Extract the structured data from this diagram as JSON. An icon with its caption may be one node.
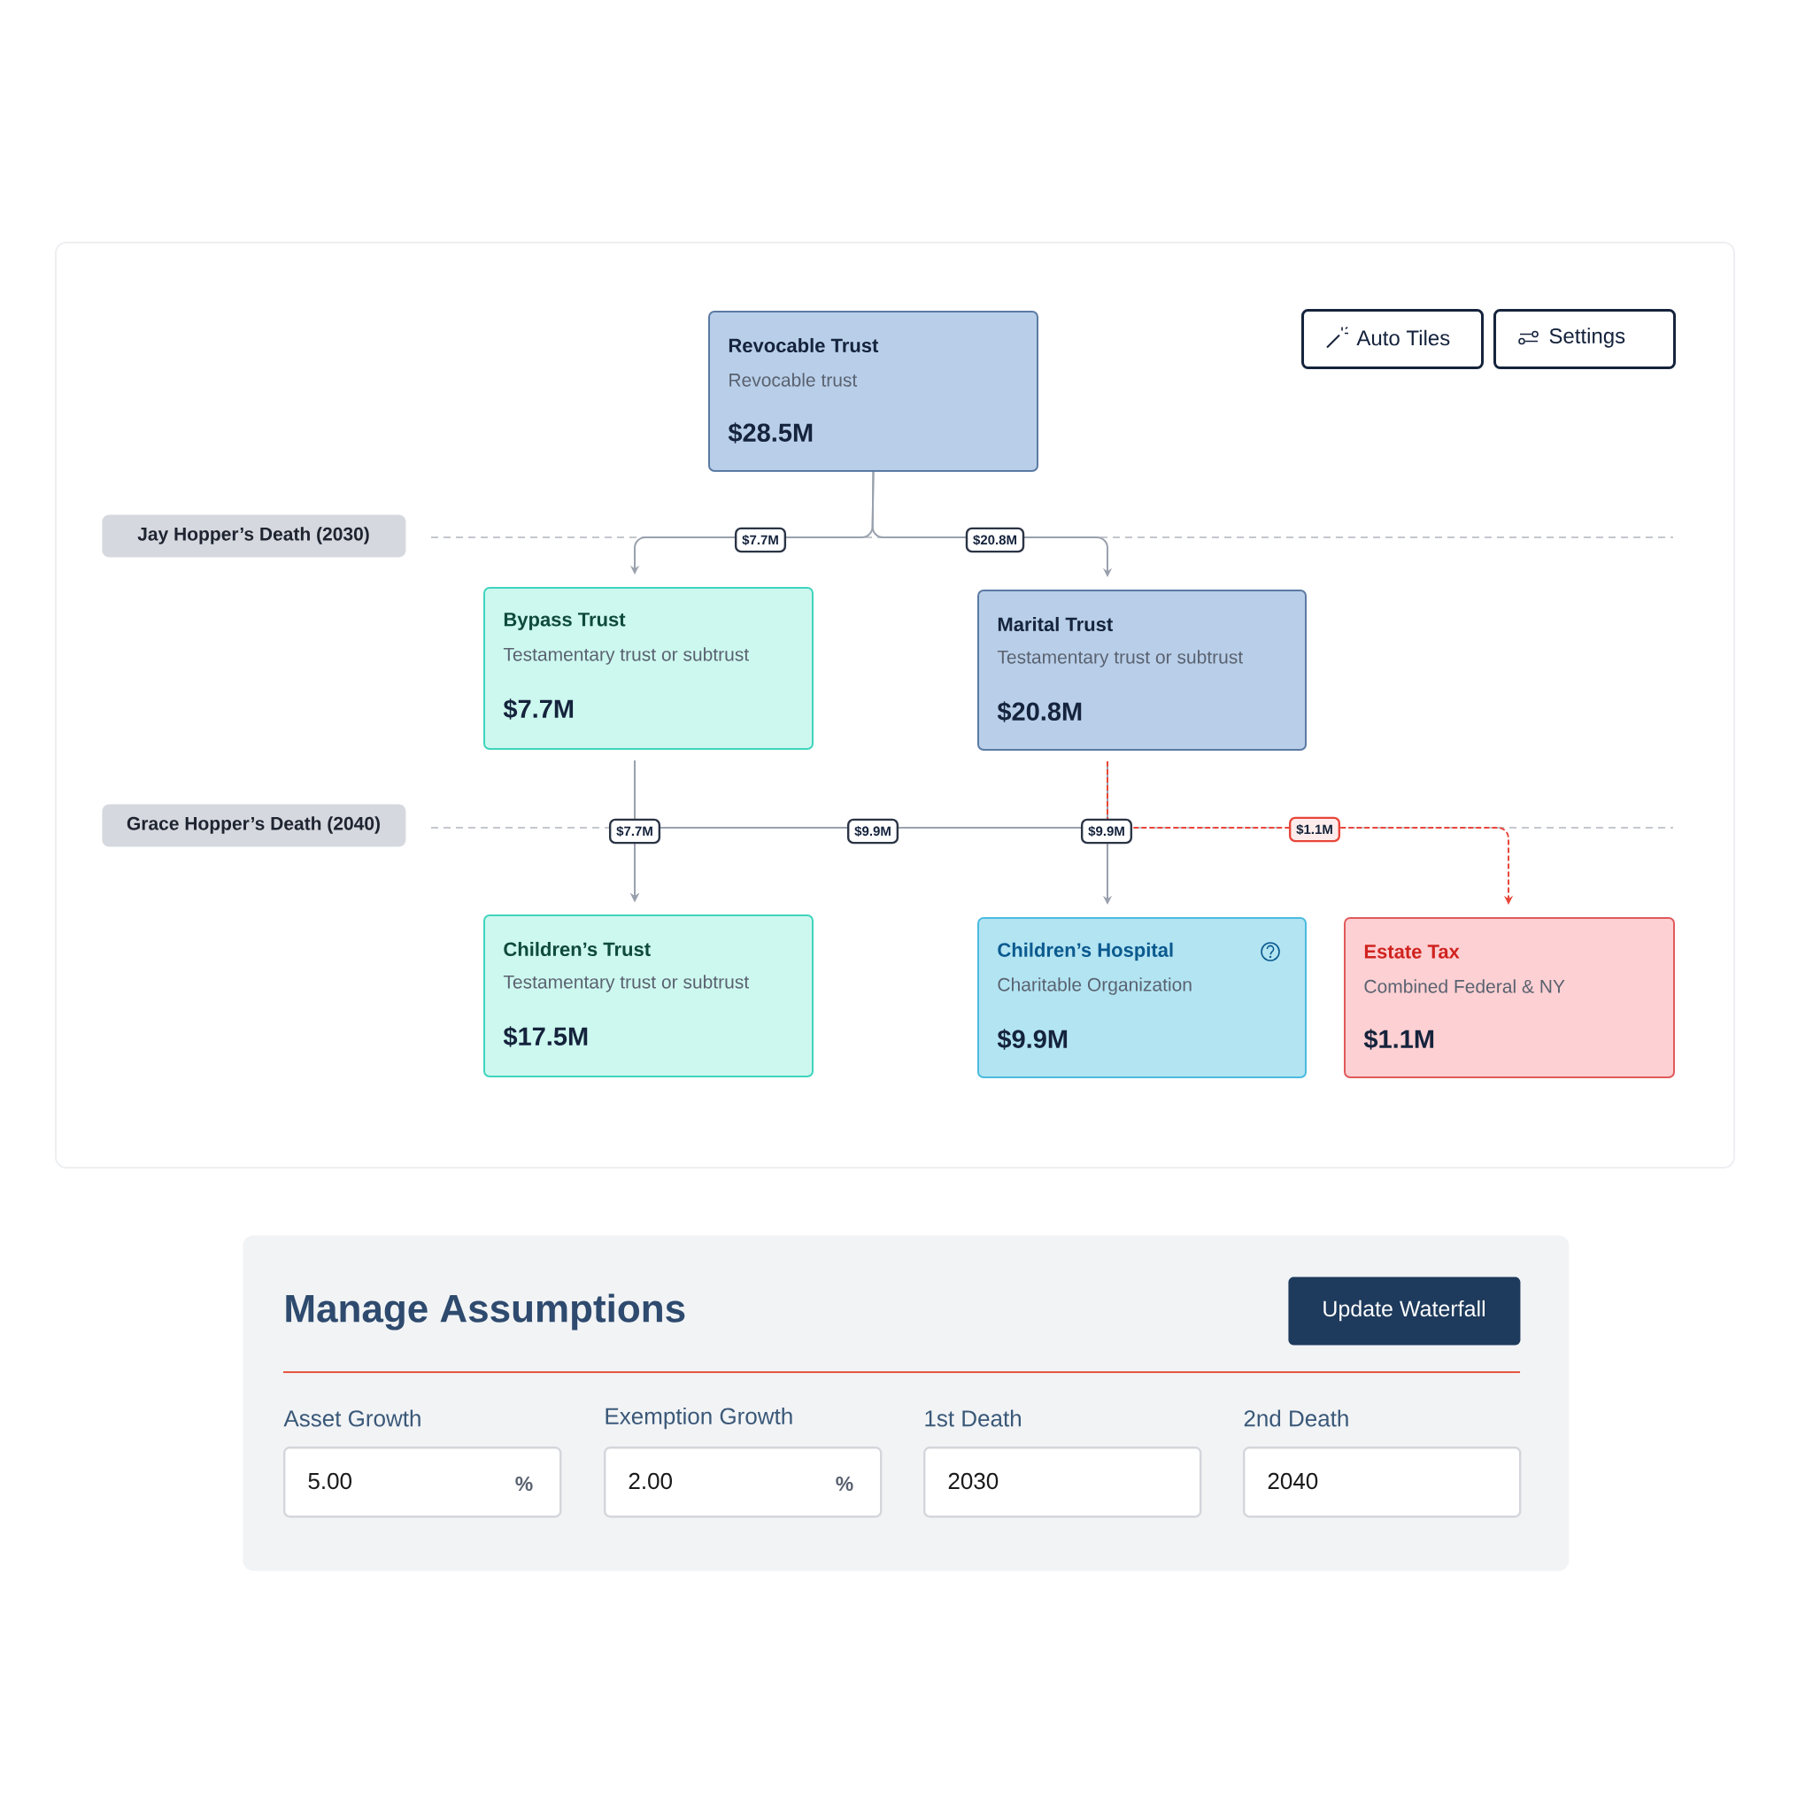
{
  "diagram": {
    "nodes": [
      {
        "text": [
          "Revocable Trust",
          "Revocable trust",
          "$28.5M"
        ]
      },
      {
        "text": [
          "Bypass Trust",
          "Testamentary trust or subtrust",
          "$7.7M"
        ]
      },
      {
        "text": [
          "Marital Trust",
          "Testamentary trust or subtrust",
          "$20.8M"
        ]
      },
      {
        "text": [
          "Children’s Trust",
          "Testamentary trust or subtrust",
          "$17.5M"
        ]
      },
      {
        "text": [
          "Children’s Hospital",
          "Charitable Organization",
          "$9.9M"
        ]
      },
      {
        "text": [
          "Estate Tax",
          "Combined Federal & NY",
          "$1.1M"
        ]
      },
      {
        "text": [
          "Jay Hopper’s Death (2030)"
        ]
      },
      {
        "text": [
          "Grace Hopper’s Death (2040)"
        ]
      },
      {
        "text": [
          "Auto Tiles"
        ]
      },
      {
        "text": [
          "Settings"
        ]
      },
      {
        "text": [
          "Manage Assumptions"
        ]
      },
      {
        "text": [
          "Update Waterfall"
        ],
        "in": 10
      },
      {
        "text": [
          "Asset Growth",
          "5.00",
          "%"
        ],
        "in": 10
      },
      {
        "text": [
          "Exemption Growth",
          "2.00",
          "%"
        ],
        "in": 10
      },
      {
        "text": [
          "1st Death",
          "2030"
        ],
        "in": 10
      },
      {
        "text": [
          "2nd Death",
          "2040"
        ],
        "in": 10
      }
    ],
    "edges": [
      {
        "from": 0,
        "to": 1,
        "arrow": "to",
        "label": "$7.7M"
      },
      {
        "from": 0,
        "to": 2,
        "arrow": "to",
        "label": "$20.8M"
      },
      {
        "from": 1,
        "to": 3,
        "arrow": "to",
        "label": "$7.7M"
      },
      {
        "from": 2,
        "to": 3,
        "arrow": "to",
        "label": "$9.9M"
      },
      {
        "from": 2,
        "to": 4,
        "arrow": "to",
        "label": "$9.9M"
      },
      {
        "from": 2,
        "to": 5,
        "arrow": "to",
        "label": "$1.1M",
        "style": "dashed",
        "color": "#e8463a"
      }
    ]
  }
}
